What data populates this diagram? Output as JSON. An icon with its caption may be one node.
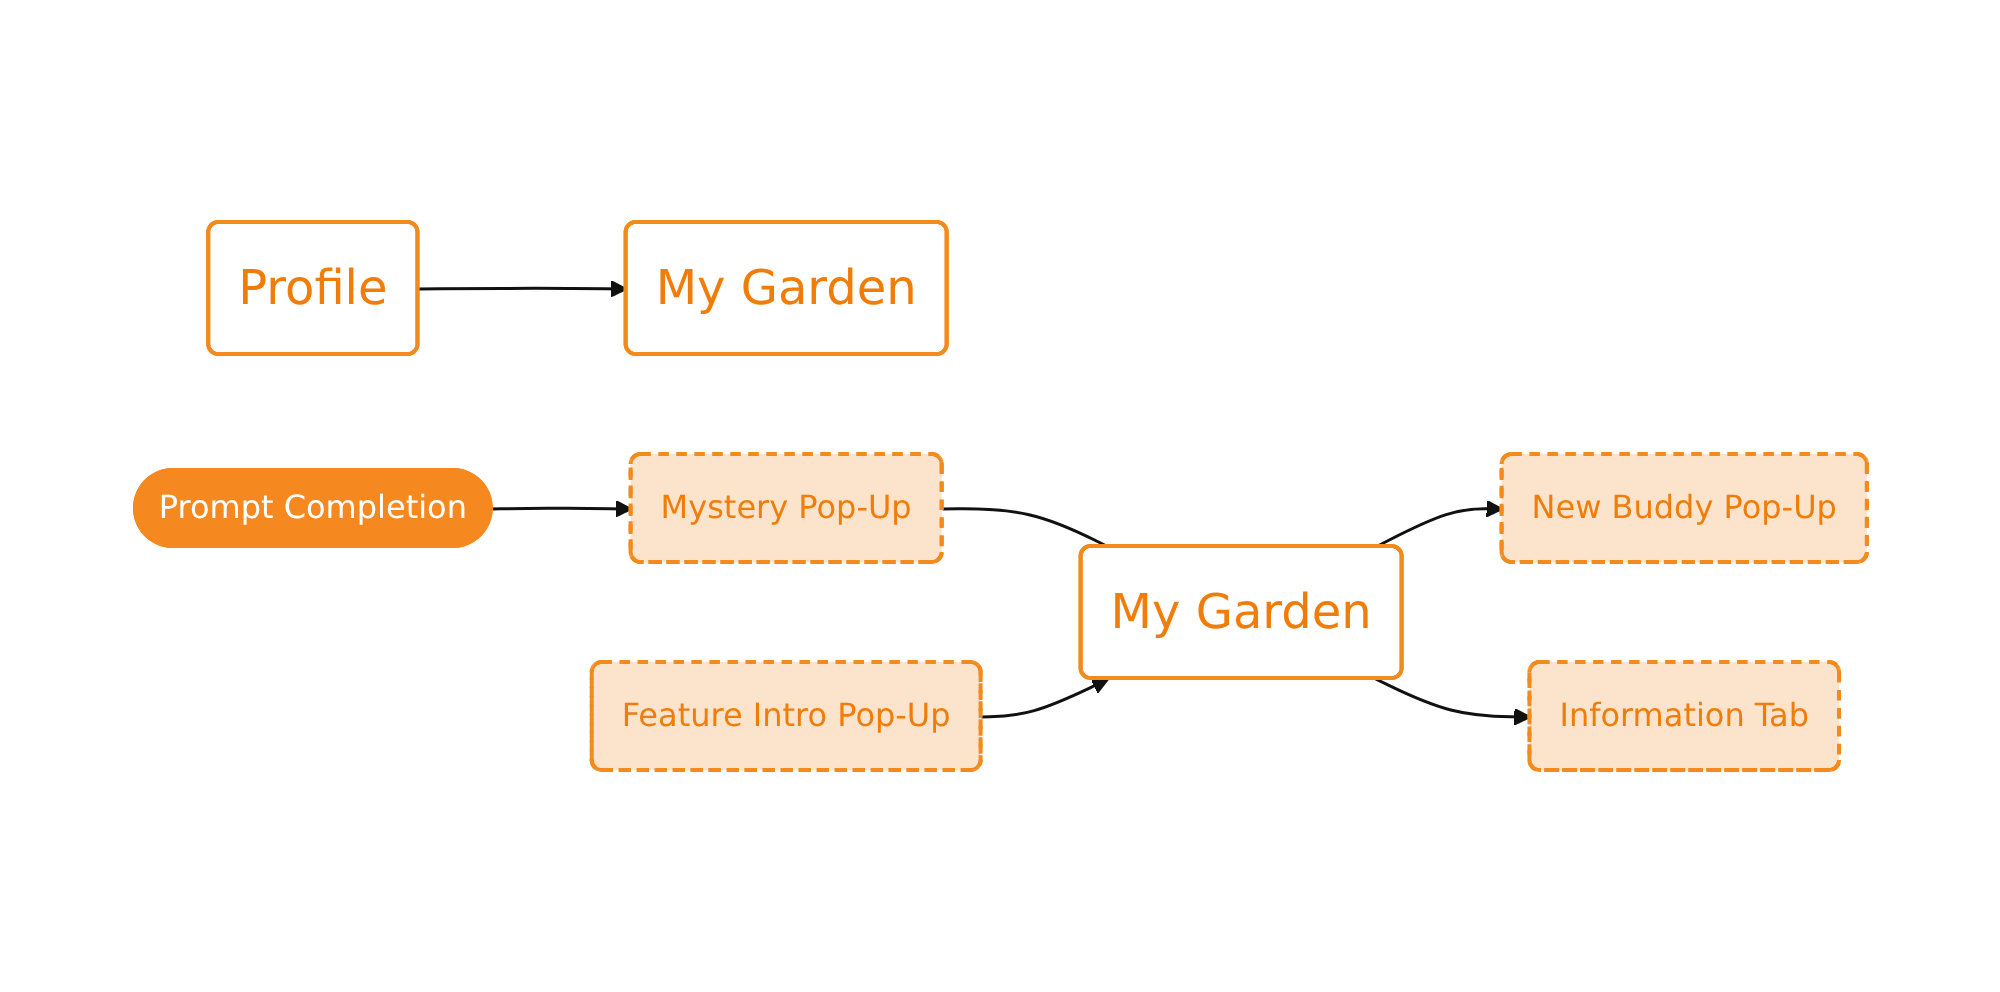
{
  "diagram": {
    "nodes": [
      {
        "text": [
          "Profile"
        ]
      },
      {
        "text": [
          "My Garden"
        ]
      },
      {
        "text": [
          "Feature Intro Pop-Up"
        ]
      },
      {
        "text": [
          "Prompt Completion"
        ]
      },
      {
        "text": [
          "Mystery Pop-Up"
        ]
      },
      {
        "text": [
          "My Garden"
        ]
      },
      {
        "text": [
          "New Buddy Pop-Up"
        ]
      },
      {
        "text": [
          "Information Tab"
        ]
      }
    ],
    "edges": [
      {
        "from": 0,
        "to": 1,
        "arrow": "to"
      },
      {
        "from": 3,
        "to": 4,
        "arrow": "to"
      },
      {
        "from": 4,
        "to": 5,
        "arrow": "none"
      },
      {
        "from": 2,
        "to": 5,
        "arrow": "to"
      },
      {
        "from": 5,
        "to": 6,
        "arrow": "to"
      },
      {
        "from": 5,
        "to": 7,
        "arrow": "to"
      }
    ]
  }
}
